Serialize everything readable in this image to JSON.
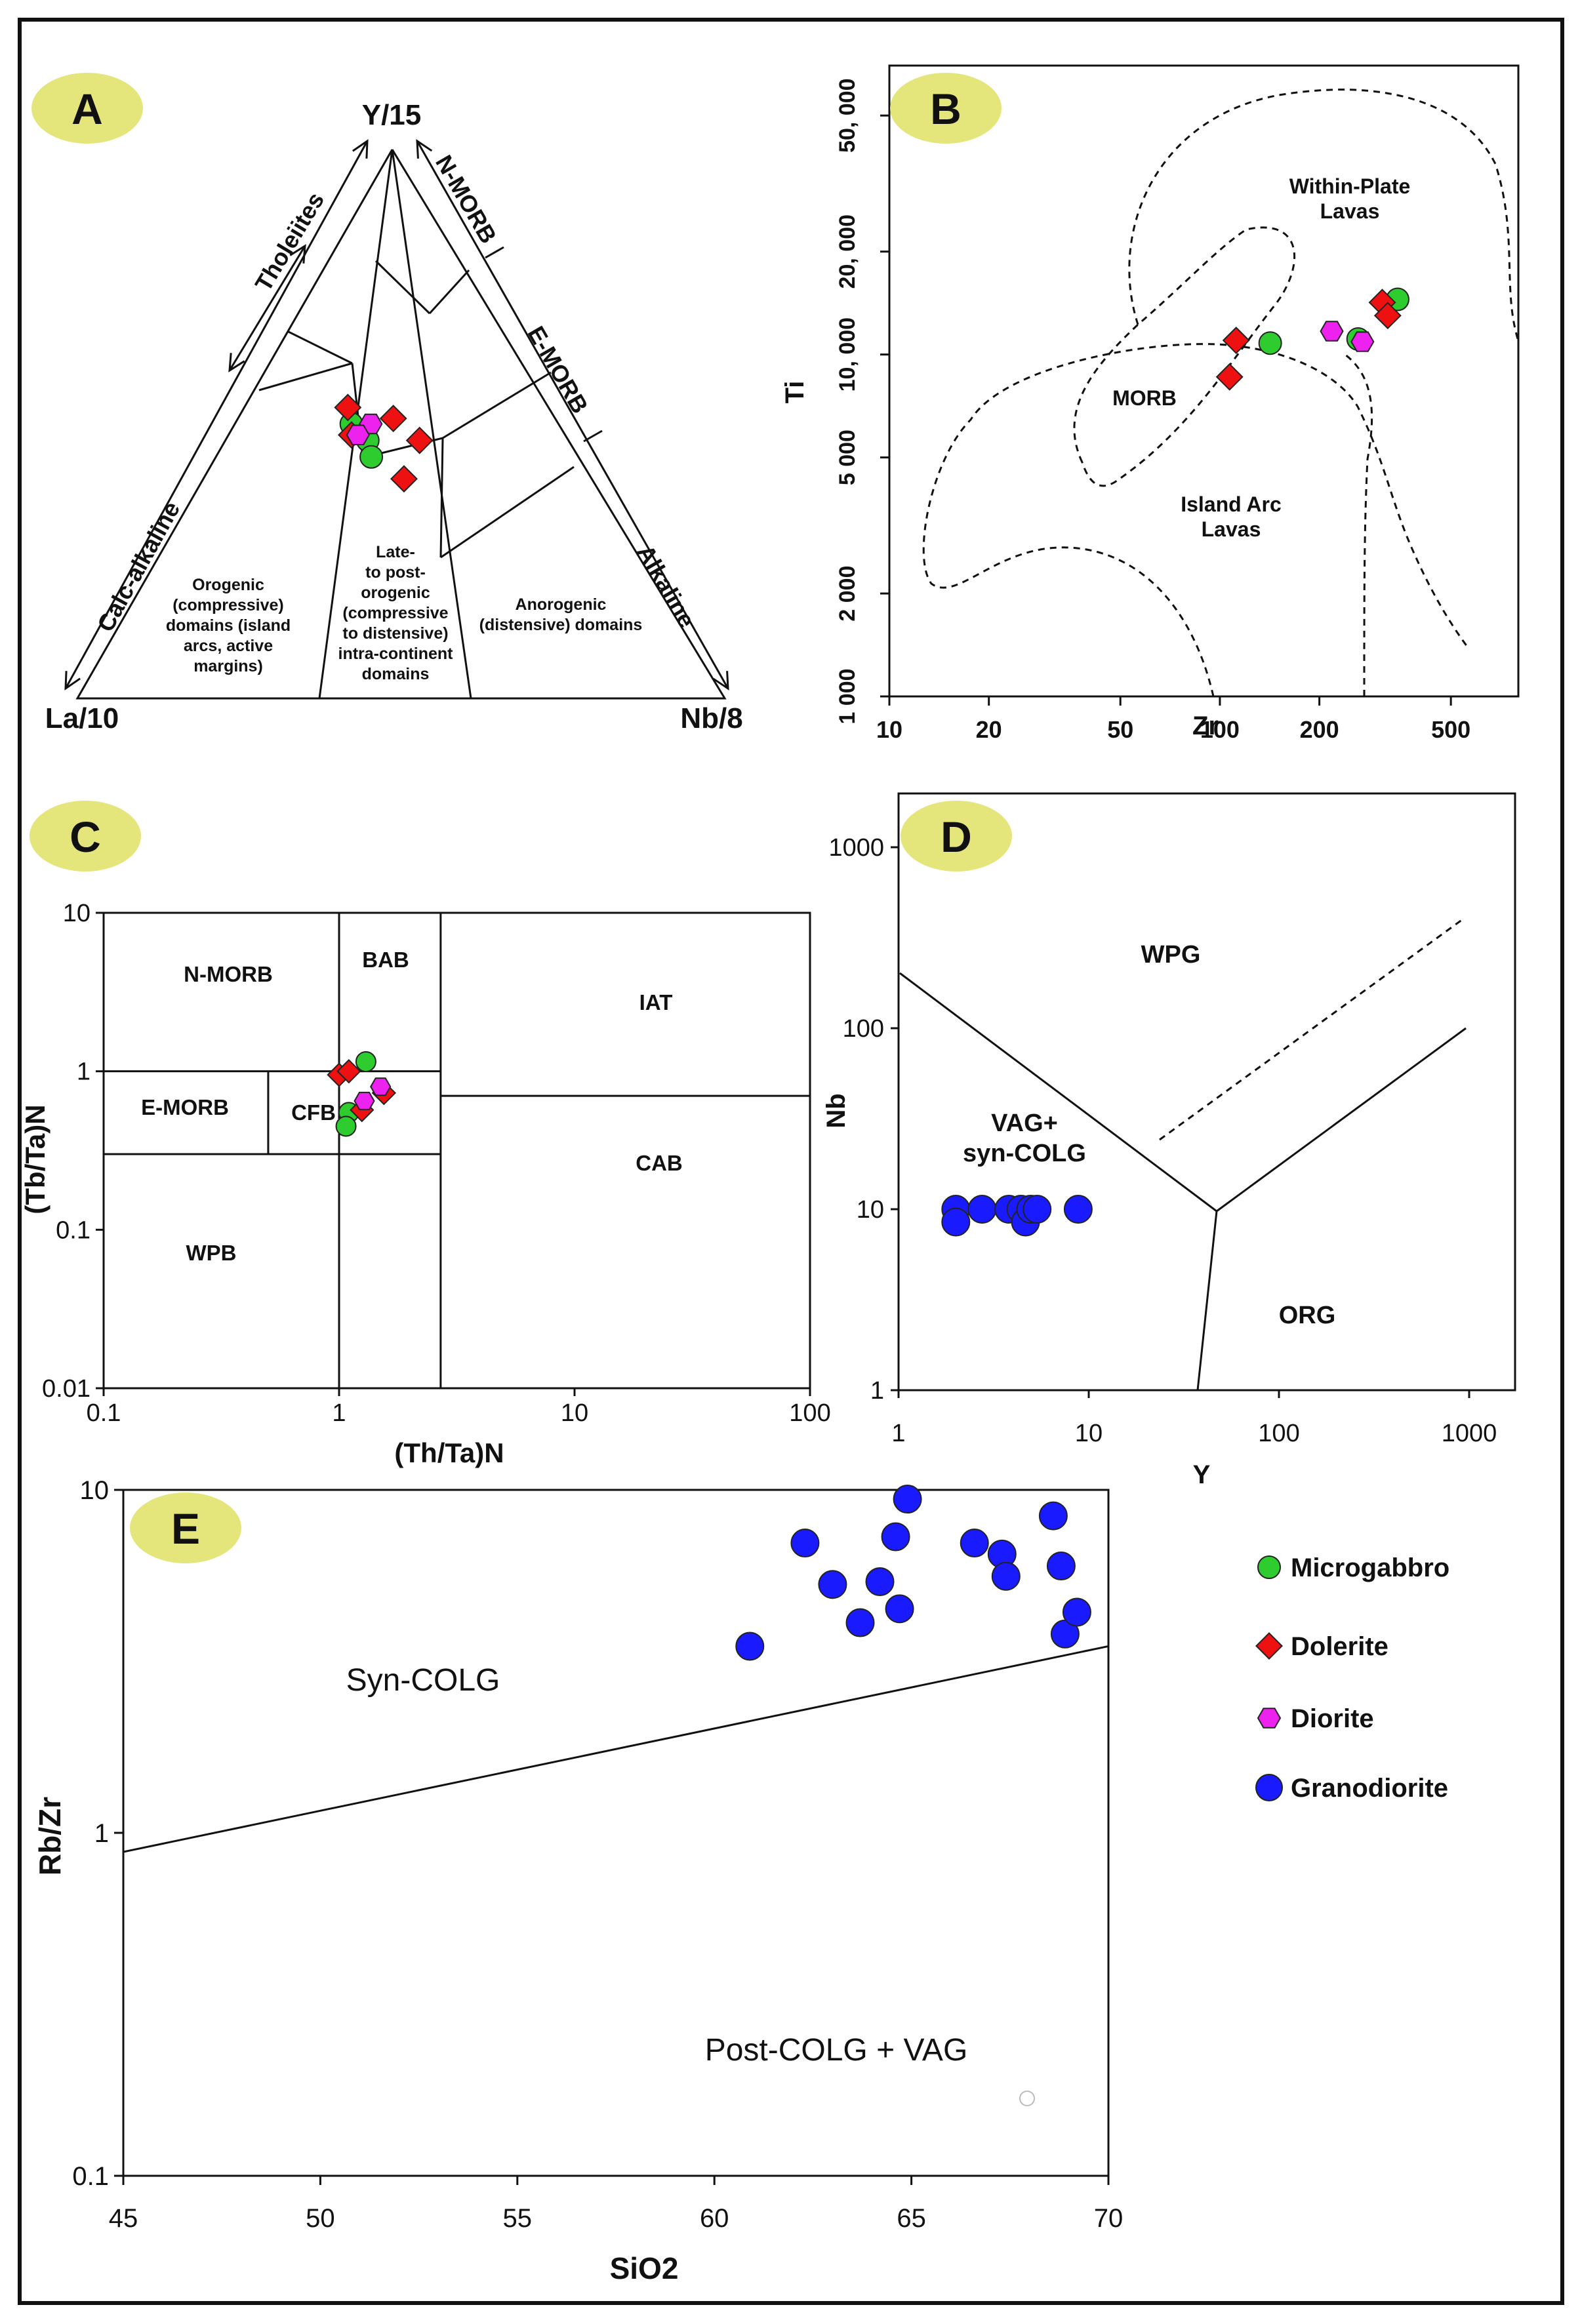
{
  "colors": {
    "microgabbro": "#2ecc2e",
    "dolerite": "#ee1111",
    "diorite": "#ee22ee",
    "granodiorite": "#1a1aff",
    "badge": "#e4e57a",
    "line": "#111111"
  },
  "legend": [
    {
      "label": "Microgabbro",
      "marker": "circle",
      "color": "#2ecc2e"
    },
    {
      "label": "Dolerite",
      "marker": "diamond",
      "color": "#ee1111"
    },
    {
      "label": "Diorite",
      "marker": "hexagon",
      "color": "#ee22ee"
    },
    {
      "label": "Granodiorite",
      "marker": "circle",
      "color": "#1a1aff"
    }
  ],
  "chart_data": [
    {
      "panel": "A",
      "type": "scatter",
      "subtype": "ternary",
      "vertices": {
        "top": "Y/15",
        "left": "La/10",
        "right": "Nb/8"
      },
      "edge_labels": [
        "Tholeiites",
        "Calc-alkaline",
        "N-MORB",
        "E-MORB",
        "Alkaline"
      ],
      "fields": [
        {
          "lines": [
            "Orogenic",
            "(compressive)",
            "domains (island",
            "arcs, active",
            "margins)"
          ]
        },
        {
          "lines": [
            "Late-",
            "to post-",
            "orogenic",
            "(compressive",
            "to distensive)",
            "intra-continent",
            "domains"
          ]
        },
        {
          "lines": [
            "Anorogenic",
            "(distensive) domains"
          ]
        }
      ],
      "series": [
        {
          "name": "Microgabbro",
          "points": [
            [
              0.18,
              0.5
            ],
            [
              0.22,
              0.47
            ],
            [
              0.24,
              0.44
            ]
          ]
        },
        {
          "name": "Dolerite",
          "points": [
            [
              0.16,
              0.53
            ],
            [
              0.19,
              0.48
            ],
            [
              0.24,
              0.51
            ],
            [
              0.3,
              0.47
            ],
            [
              0.31,
              0.4
            ]
          ]
        },
        {
          "name": "Diorite",
          "points": [
            [
              0.21,
              0.5
            ],
            [
              0.2,
              0.48
            ]
          ]
        }
      ]
    },
    {
      "panel": "B",
      "type": "scatter",
      "xlabel": "Zr",
      "ylabel": "Ti",
      "xscale": "log",
      "yscale": "log",
      "xlim": [
        10,
        800
      ],
      "ylim": [
        1000,
        70000
      ],
      "xticks": [
        "10",
        "20",
        "50",
        "100",
        "200",
        "500"
      ],
      "yticks": [
        "1 000",
        "2 000",
        "5 000",
        "10, 000",
        "20, 000",
        "50, 000"
      ],
      "fields": [
        {
          "lines": [
            "Within-Plate",
            "Lavas"
          ]
        },
        {
          "lines": [
            "MORB"
          ]
        },
        {
          "lines": [
            "Island Arc",
            "Lavas"
          ]
        }
      ],
      "series": [
        {
          "name": "Microgabbro",
          "points": [
            [
              142,
              10800
            ],
            [
              345,
              14500
            ],
            [
              262,
              11100
            ]
          ]
        },
        {
          "name": "Dolerite",
          "points": [
            [
              112,
              11000
            ],
            [
              107,
              8600
            ],
            [
              310,
              14200
            ],
            [
              322,
              13000
            ]
          ]
        },
        {
          "name": "Diorite",
          "points": [
            [
              218,
              11700
            ],
            [
              270,
              10900
            ]
          ]
        }
      ]
    },
    {
      "panel": "C",
      "type": "scatter",
      "xlabel": "(Th/Ta)N",
      "ylabel": "(Tb/Ta)N",
      "xscale": "log",
      "yscale": "log",
      "xlim": [
        0.1,
        100
      ],
      "ylim": [
        0.01,
        10
      ],
      "xticks": [
        "0.1",
        "1",
        "10",
        "100"
      ],
      "yticks": [
        "0.01",
        "0.1",
        "1",
        "10"
      ],
      "fields": [
        {
          "lines": [
            "N-MORB"
          ]
        },
        {
          "lines": [
            "BAB"
          ]
        },
        {
          "lines": [
            "IAT"
          ]
        },
        {
          "lines": [
            "E-MORB"
          ]
        },
        {
          "lines": [
            "CFB"
          ]
        },
        {
          "lines": [
            "CAB"
          ]
        },
        {
          "lines": [
            "WPB"
          ]
        }
      ],
      "series": [
        {
          "name": "Microgabbro",
          "points": [
            [
              1.3,
              1.15
            ],
            [
              1.1,
              0.55
            ],
            [
              1.07,
              0.45
            ]
          ]
        },
        {
          "name": "Dolerite",
          "points": [
            [
              1.0,
              0.95
            ],
            [
              1.1,
              1.0
            ],
            [
              1.25,
              0.57
            ],
            [
              1.55,
              0.73
            ]
          ]
        },
        {
          "name": "Diorite",
          "points": [
            [
              1.28,
              0.65
            ],
            [
              1.5,
              0.8
            ]
          ]
        }
      ]
    },
    {
      "panel": "D",
      "type": "scatter",
      "xlabel": "Y",
      "ylabel": "Nb",
      "xscale": "log",
      "yscale": "log",
      "xlim": [
        1,
        2000
      ],
      "ylim": [
        1,
        2000
      ],
      "xticks": [
        "1",
        "10",
        "100",
        "1000"
      ],
      "yticks": [
        "1",
        "10",
        "100",
        "1000"
      ],
      "fields": [
        {
          "lines": [
            "WPG"
          ]
        },
        {
          "lines": [
            "VAG+",
            "syn-COLG"
          ]
        },
        {
          "lines": [
            "ORG"
          ]
        }
      ],
      "series": [
        {
          "name": "Granodiorite",
          "points": [
            [
              2.0,
              10.0
            ],
            [
              2.0,
              8.5
            ],
            [
              2.75,
              10.0
            ],
            [
              3.8,
              10.0
            ],
            [
              4.4,
              10.0
            ],
            [
              4.65,
              8.5
            ],
            [
              4.95,
              10.0
            ],
            [
              5.35,
              10.0
            ],
            [
              8.8,
              10.0
            ]
          ]
        }
      ]
    },
    {
      "panel": "E",
      "type": "scatter",
      "xlabel": "SiO2",
      "ylabel": "Rb/Zr",
      "xscale": "linear",
      "yscale": "log",
      "xlim": [
        45,
        70
      ],
      "ylim": [
        0.1,
        10
      ],
      "xticks": [
        "45",
        "50",
        "55",
        "60",
        "65",
        "70"
      ],
      "yticks": [
        "0.1",
        "1",
        "10"
      ],
      "fields": [
        {
          "lines": [
            "Syn-COLG"
          ]
        },
        {
          "lines": [
            "Post-COLG + VAG"
          ]
        }
      ],
      "series": [
        {
          "name": "Granodiorite",
          "points": [
            [
              60.9,
              3.5
            ],
            [
              62.3,
              7.0
            ],
            [
              63.0,
              5.3
            ],
            [
              63.7,
              4.1
            ],
            [
              64.2,
              5.4
            ],
            [
              64.6,
              7.3
            ],
            [
              64.7,
              4.5
            ],
            [
              64.9,
              9.4
            ],
            [
              66.6,
              7.0
            ],
            [
              67.3,
              6.5
            ],
            [
              67.4,
              5.6
            ],
            [
              68.6,
              8.4
            ],
            [
              68.8,
              6.0
            ],
            [
              68.9,
              3.8
            ],
            [
              69.2,
              4.4
            ]
          ]
        }
      ]
    }
  ]
}
